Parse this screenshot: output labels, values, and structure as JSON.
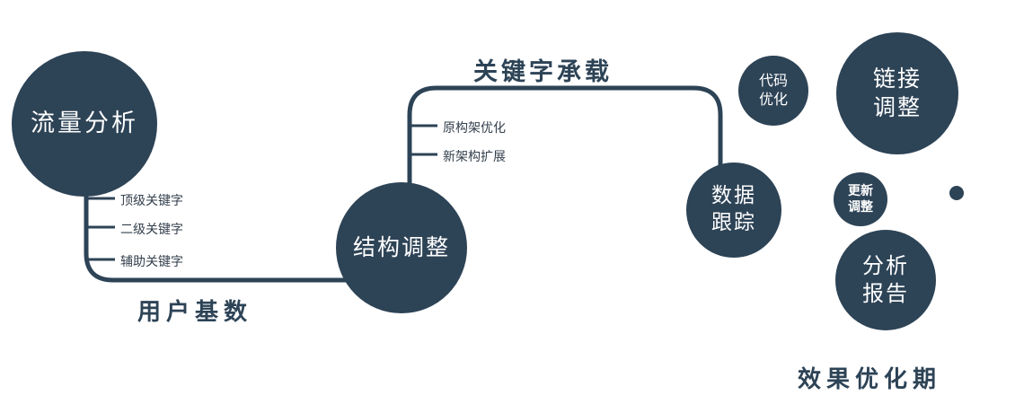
{
  "diagram": {
    "colors": {
      "primary": "#2d4356",
      "background": "#ffffff",
      "node_text": "#ffffff"
    },
    "nodes": {
      "traffic": {
        "label": "流量分析"
      },
      "structure": {
        "label": "结构调整"
      },
      "tracking": {
        "label": "数据\n跟踪"
      },
      "code": {
        "label": "代码\n优化"
      },
      "link": {
        "label": "链接\n调整"
      },
      "update": {
        "label": "更新\n调整"
      },
      "report": {
        "label": "分析\n报告"
      }
    },
    "edges": {
      "user_base": {
        "label": "用户基数"
      },
      "keyword_carry": {
        "label": "关键字承载"
      }
    },
    "ticks_left": [
      "顶级关键字",
      "二级关键字",
      "辅助关键字"
    ],
    "ticks_mid": [
      "原构架优化",
      "新架构扩展"
    ],
    "footer": {
      "label": "效果优化期"
    }
  }
}
